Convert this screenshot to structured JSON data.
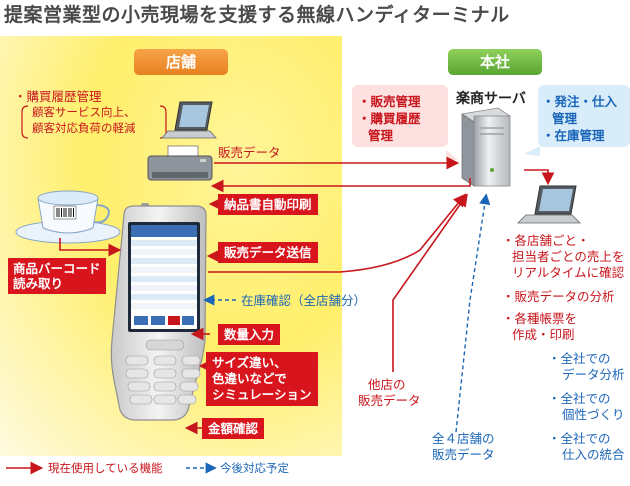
{
  "title": "提案営業型の小売現場を支援する無線ハンディターミナル",
  "store": {
    "header": "店舗",
    "purchase": {
      "title": "・購買履歴管理",
      "sub1": "顧客サービス向上、",
      "sub2": "顧客対応負荷の軽減"
    },
    "labels": {
      "barcode_1": "商品バーコード",
      "barcode_2": "読み取り",
      "auto_print": "納品書自動印刷",
      "sales_send": "販売データ送信",
      "qty": "数量入力",
      "sim_1": "サイズ違い、",
      "sim_2": "色違いなどで",
      "sim_3": "シミュレーション",
      "amount": "金額確認"
    },
    "sales_data": "販売データ",
    "inventory_check": "在庫確認（全店舗分）"
  },
  "hq": {
    "header": "本社",
    "server": "楽商サーバ",
    "pink": {
      "l1": "・販売管理",
      "l2": "・購買履歴",
      "l3": "管理"
    },
    "blue": {
      "l1": "・発注・仕入",
      "l2": "管理",
      "l3": "・在庫管理"
    },
    "features": {
      "f1a": "・各店舗ごと・",
      "f1b": "担当者ごとの売上を",
      "f1c": "リアルタイムに確認",
      "f2": "・販売データの分析",
      "f3a": "・各種帳票を",
      "f3b": "作成・印刷"
    },
    "future": {
      "a1": "・全社での",
      "a2": "データ分析",
      "b1": "・全社での",
      "b2": "個性づくり",
      "c1": "・全社での",
      "c2": "仕入の統合"
    },
    "other_store_1": "他店の",
    "other_store_2": "販売データ",
    "all_stores_1": "全４店舗の",
    "all_stores_2": "販売データ"
  },
  "legend": {
    "current": "現在使用している機能",
    "future": "今後対応予定"
  },
  "colors": {
    "red": "#c8161d",
    "blue": "#1a66b8",
    "store_bg": "#ffef6b",
    "store_header": "#e8801e",
    "hq_header": "#5aa533"
  }
}
